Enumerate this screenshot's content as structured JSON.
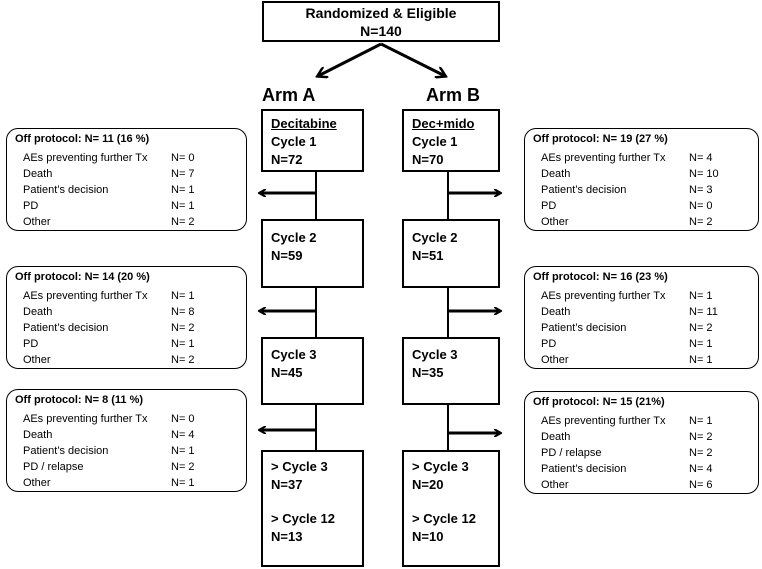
{
  "top": {
    "title": "Randomized & Eligible",
    "n": "N=140"
  },
  "arm_a": {
    "label": "Arm A",
    "drug": "Decitabine",
    "cycles": [
      {
        "label": "Cycle 1",
        "n": "N=72"
      },
      {
        "label": "Cycle 2",
        "n": "N=59"
      },
      {
        "label": "Cycle 3",
        "n": "N=45"
      },
      {
        "label": "> Cycle 3",
        "n": "N=37",
        "label2": "> Cycle 12",
        "n2": "N=13"
      }
    ],
    "off": [
      {
        "header": "Off protocol:   N= 11 (16 %)",
        "rows": [
          [
            "AEs preventing further Tx",
            "N= 0"
          ],
          [
            "Death",
            "N= 7"
          ],
          [
            "Patient’s decision",
            "N= 1"
          ],
          [
            "PD",
            "N= 1"
          ],
          [
            "Other",
            "N= 2"
          ]
        ]
      },
      {
        "header": "Off protocol:   N= 14 (20 %)",
        "rows": [
          [
            "AEs preventing further Tx",
            "N= 1"
          ],
          [
            "Death",
            "N= 8"
          ],
          [
            "Patient’s decision",
            "N= 2"
          ],
          [
            "PD",
            "N= 1"
          ],
          [
            "Other",
            "N= 2"
          ]
        ]
      },
      {
        "header": "Off protocol:   N= 8 (11 %)",
        "rows": [
          [
            "AEs preventing further Tx",
            "N= 0"
          ],
          [
            "Death",
            "N= 4"
          ],
          [
            "Patient’s decision",
            "N= 1"
          ],
          [
            "PD / relapse",
            "N= 2"
          ],
          [
            "Other",
            "N= 1"
          ]
        ]
      }
    ]
  },
  "arm_b": {
    "label": "Arm B",
    "drug": "Dec+mido",
    "cycles": [
      {
        "label": "Cycle 1",
        "n": "N=70"
      },
      {
        "label": "Cycle 2",
        "n": "N=51"
      },
      {
        "label": "Cycle 3",
        "n": "N=35"
      },
      {
        "label": "> Cycle 3",
        "n": "N=20",
        "label2": "> Cycle 12",
        "n2": "N=10"
      }
    ],
    "off": [
      {
        "header": "Off protocol:   N= 19 (27 %)",
        "rows": [
          [
            "AEs preventing further Tx",
            "N= 4"
          ],
          [
            "Death",
            "N= 10"
          ],
          [
            "Patient’s decision",
            "N= 3"
          ],
          [
            "PD",
            "N= 0"
          ],
          [
            "Other",
            "N= 2"
          ]
        ]
      },
      {
        "header": "Off protocol:   N= 16 (23 %)",
        "rows": [
          [
            "AEs preventing further Tx",
            "N= 1"
          ],
          [
            "Death",
            "N= 11"
          ],
          [
            "Patient’s decision",
            "N= 2"
          ],
          [
            "PD",
            "N= 1"
          ],
          [
            "Other",
            "N= 1"
          ]
        ]
      },
      {
        "header": "Off protocol:   N= 15 (21%)",
        "rows": [
          [
            "AEs preventing further Tx",
            "N= 1"
          ],
          [
            "Death",
            "N= 2"
          ],
          [
            "PD / relapse",
            "N= 2"
          ],
          [
            "Patient’s decision",
            "N= 4"
          ],
          [
            "Other",
            "N= 6"
          ]
        ]
      }
    ]
  }
}
